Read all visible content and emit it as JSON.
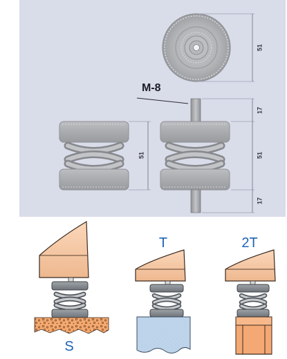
{
  "drawing": {
    "thread_label": "M-8",
    "dimensions": {
      "top_diameter": "51",
      "stud_upper": "17",
      "body_height": "51",
      "body_height_side": "51",
      "stud_lower": "17"
    }
  },
  "mountings": {
    "s": "S",
    "t": "T",
    "two_t": "2T"
  },
  "colors": {
    "drawing_bg": "#d9dce9",
    "rubber": "#aeb0b3",
    "machine": "#f6c8a4",
    "floor_block": "#b9d2ea",
    "floor_gravel": "#f4a86f",
    "label_blue": "#1d63b4"
  }
}
